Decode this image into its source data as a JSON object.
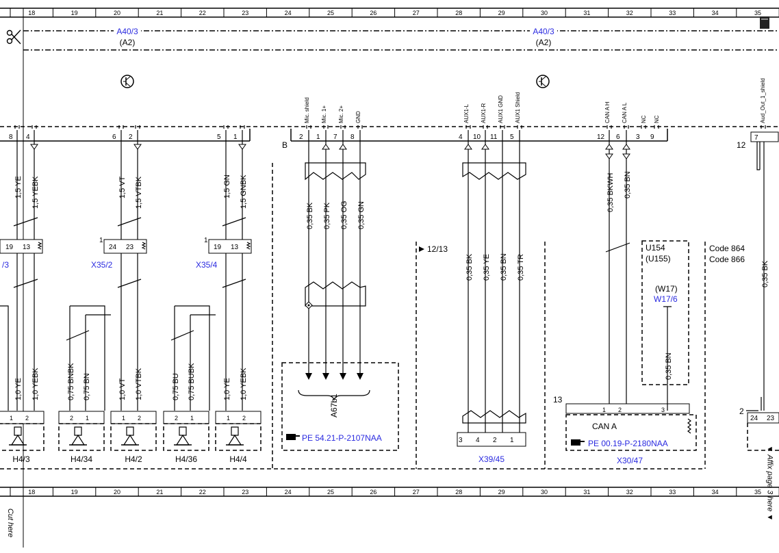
{
  "ruler": {
    "columns": [
      "18",
      "19",
      "20",
      "21",
      "22",
      "23",
      "24",
      "25",
      "26",
      "27",
      "28",
      "29",
      "30",
      "31",
      "32",
      "33",
      "34",
      "35"
    ]
  },
  "modules": [
    {
      "name": "A40/3",
      "sub": "(A2)"
    },
    {
      "name": "A40/3",
      "sub": "(A2)"
    }
  ],
  "connector_b": {
    "label": "B"
  },
  "left_connector": {
    "pins": [
      "8",
      "4",
      "6",
      "2",
      "5",
      "1"
    ],
    "wires": [
      "1,5 YE",
      "1,5 YEBK",
      "1,5 VT",
      "1,5 VTBK",
      "1,5 GN",
      "1,5 GNBK"
    ],
    "lower_wires": [
      "1,0 YE",
      "1,0 YEBK",
      "0,75 BNBK",
      "0,75 BN",
      "1,0 VT",
      "1,0 VTBK",
      "0,75 BU",
      "0,75 BUBK",
      "1,0 YE",
      "1,0 YEBK"
    ],
    "couplings": [
      {
        "label": "/3",
        "pins": [
          "19",
          "13"
        ],
        "num": ""
      },
      {
        "label": "X35/2",
        "pins": [
          "24",
          "23"
        ],
        "num": "1"
      },
      {
        "label": "X35/4",
        "pins": [
          "19",
          "13"
        ],
        "num": "1"
      }
    ],
    "speakers": [
      "H4/3",
      "H4/34",
      "H4/2",
      "H4/36",
      "H4/4"
    ],
    "speaker_pins": [
      [
        "1",
        "2"
      ],
      [
        "2",
        "1"
      ],
      [
        "1",
        "2"
      ],
      [
        "2",
        "1"
      ],
      [
        "1",
        "2"
      ]
    ]
  },
  "mic": {
    "pin_names": [
      "Mic. shield",
      "Mic. 1+",
      "Mic. 2+",
      "GND"
    ],
    "pins": [
      "2",
      "1",
      "7",
      "8"
    ],
    "wires": [
      "0,35 BK",
      "0,35 PK",
      "0,35 OG",
      "0,35 GN"
    ],
    "component": "A67b1",
    "ref": "PE 54.21-P-2107NAA"
  },
  "ref_12_13": "12/13",
  "aux": {
    "pin_names": [
      "AUX1-L",
      "AUX1-R",
      "AUX1 GND",
      "AUX1 Shield"
    ],
    "pins": [
      "4",
      "10",
      "11",
      "5"
    ],
    "wires": [
      "0,35 BK",
      "0,35 YE",
      "0,35 BN",
      "0,35 TR"
    ],
    "connector": "X39/45",
    "conn_pins": [
      "3",
      "4",
      "2",
      "1"
    ]
  },
  "can": {
    "pin_names": [
      "CAN A H",
      "CAN A L",
      "NC",
      "NC"
    ],
    "pins": [
      "12",
      "6",
      "3",
      "9"
    ],
    "wires": [
      "0,35 BKWH",
      "0,35 BN"
    ],
    "box_num": "13",
    "box_label": "CAN A",
    "box_pins": [
      "1",
      "2",
      "3"
    ],
    "ref": "PE 00.19-P-2180NAA",
    "connector": "X30/47"
  },
  "u154": {
    "lines": [
      "U154",
      "(U155)"
    ],
    "w17": "(W17)",
    "w17_6": "W17/6",
    "wire": "0,35 BN"
  },
  "codes": [
    "Code 864",
    "Code 866"
  ],
  "right": {
    "pin_name": "Aud_Out_1_shield",
    "pin": "7",
    "num": "12",
    "wire": "0,35 BK",
    "lower_num": "2",
    "lower_pins": [
      "24",
      "23"
    ]
  },
  "side_text": {
    "cut": "Cut here",
    "affix": "▼ Affix page 3 here ▼"
  },
  "colors": {
    "blue": "#2a2ae0",
    "line": "#000000"
  }
}
